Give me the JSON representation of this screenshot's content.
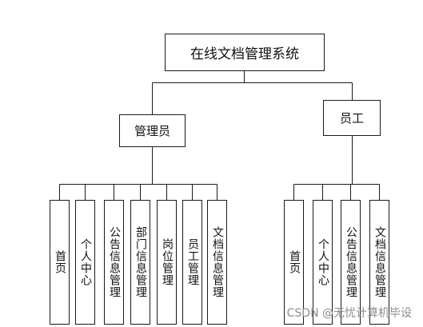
{
  "root": {
    "label": "在线文档管理系统"
  },
  "roles": [
    {
      "label": "管理员",
      "modules": [
        "首页",
        "个人中心",
        "公告信息管理",
        "部门信息管理",
        "岗位管理",
        "员工管理",
        "文档信息管理"
      ]
    },
    {
      "label": "员工",
      "modules": [
        "首页",
        "个人中心",
        "公告信息管理",
        "文档信息管理"
      ]
    }
  ],
  "watermark": "CSDN @无忧计算机毕设"
}
